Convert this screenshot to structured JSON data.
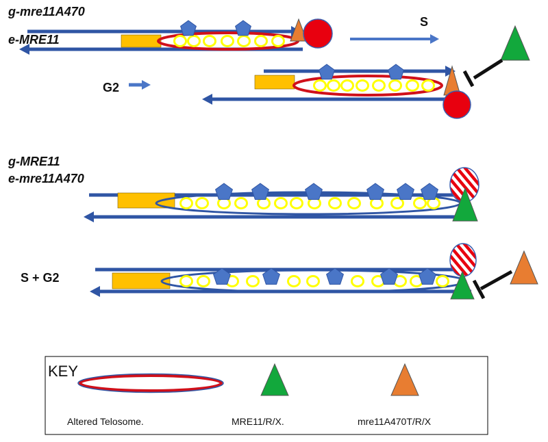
{
  "panel_top": {
    "genotype_line1": "g-mre11A470",
    "genotype_line2": "e-MRE11",
    "phase_s": "S",
    "phase_g2": "G2"
  },
  "panel_middle": {
    "genotype_line1": "g-MRE11",
    "genotype_line2": "e-mre11A470"
  },
  "panel_bottom": {
    "phase": "S + G2"
  },
  "key": {
    "title": "KEY",
    "items": [
      {
        "label": "Altered Telosome.",
        "icon": "red-outlined-ellipse-icon"
      },
      {
        "label": "MRE11/R/X.",
        "icon": "green-triangle-icon"
      },
      {
        "label": "mre11A470T/R/X",
        "icon": "orange-triangle-icon"
      }
    ]
  },
  "colors": {
    "dna_strand": "#2f55a4",
    "pentagon": "#4a76c7",
    "telomere_block": "#ffc000",
    "bead_ring": "#ffff00",
    "telosome_outline": "#d0101a",
    "red_circle": "#e8000f",
    "green_triangle": "#12a83c",
    "orange_triangle": "#e87d31",
    "inhibitor": "#111111"
  }
}
